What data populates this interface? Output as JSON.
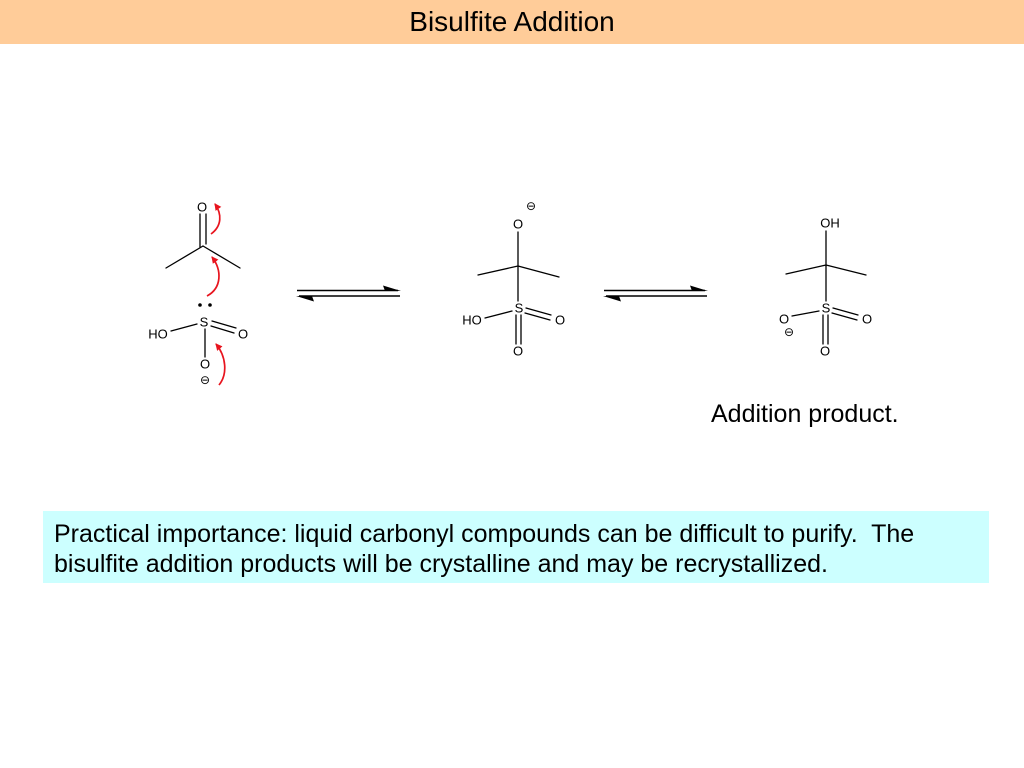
{
  "slide": {
    "title": "Bisulfite Addition",
    "colors": {
      "title_bar": "#FFCC99",
      "note_box": "#CCFFFF",
      "curved_arrows": "#E8141E",
      "text": "#000000"
    }
  },
  "reactant": {
    "carbonyl_o": "O",
    "sulfur": "S",
    "hydroxyl": "HO",
    "sulfonyl_o": "O",
    "anion_o": "O",
    "charge": "⊖"
  },
  "intermediate": {
    "charge": "⊖",
    "alkoxide_o": "O",
    "sulfur": "S",
    "hydroxyl": "HO",
    "sulfonyl_o_right": "O",
    "sulfonyl_o_bottom": "O"
  },
  "product": {
    "hydroxyl": "OH",
    "sulfur": "S",
    "anion_o": "O",
    "charge": "⊖",
    "sulfonyl_o_right": "O",
    "sulfonyl_o_bottom": "O",
    "caption": "Addition product."
  },
  "note": {
    "text": "Practical importance: liquid carbonyl compounds can be difficult to purify.  The bisulfite addition products will be crystalline and may be recrystallized."
  }
}
